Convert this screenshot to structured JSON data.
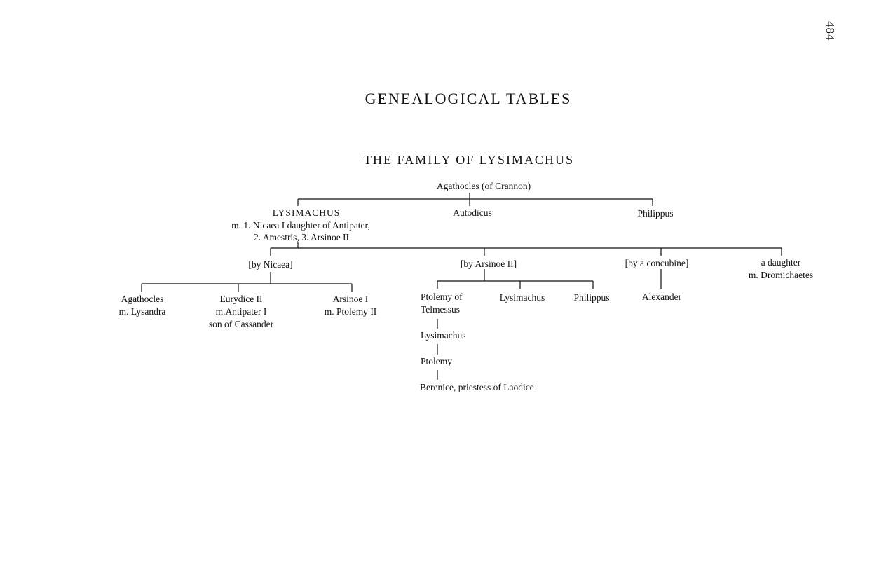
{
  "page_number": "484",
  "heading": "GENEALOGICAL TABLES",
  "subheading": "THE FAMILY OF LYSIMACHUS",
  "tree": {
    "root": "Agathocles (of Crannon)",
    "children": {
      "lysimachus": {
        "name": "LYSIMACHUS",
        "marriage_line1": "m. 1. Nicaea I daughter of Antipater,",
        "marriage_line2": "2. Amestris, 3. Arsinoe II"
      },
      "autodicus": "Autodicus",
      "philippus": "Philippus"
    },
    "groups": {
      "by_nicaea": "[by Nicaea]",
      "by_arsinoe": "[by Arsinoe II]",
      "by_concubine": "[by a concubine]",
      "daughter": {
        "line1": "a daughter",
        "line2": "m. Dromichaetes"
      }
    },
    "nicaea_children": {
      "agathocles": {
        "line1": "Agathocles",
        "line2": "m. Lysandra"
      },
      "eurydice": {
        "line1": "Eurydice II",
        "line2": "m.Antipater I",
        "line3": "son of Cassander"
      },
      "arsinoe": {
        "line1": "Arsinoe I",
        "line2": "m. Ptolemy II"
      }
    },
    "arsinoe_children": {
      "ptolemy": {
        "line1": "Ptolemy of",
        "line2": "Telmessus"
      },
      "lysimachus": "Lysimachus",
      "philippus": "Philippus"
    },
    "concubine_child": "Alexander",
    "descendants": {
      "lysimachus": "Lysimachus",
      "ptolemy": "Ptolemy",
      "berenice": "Berenice, priestess of Laodice"
    }
  }
}
